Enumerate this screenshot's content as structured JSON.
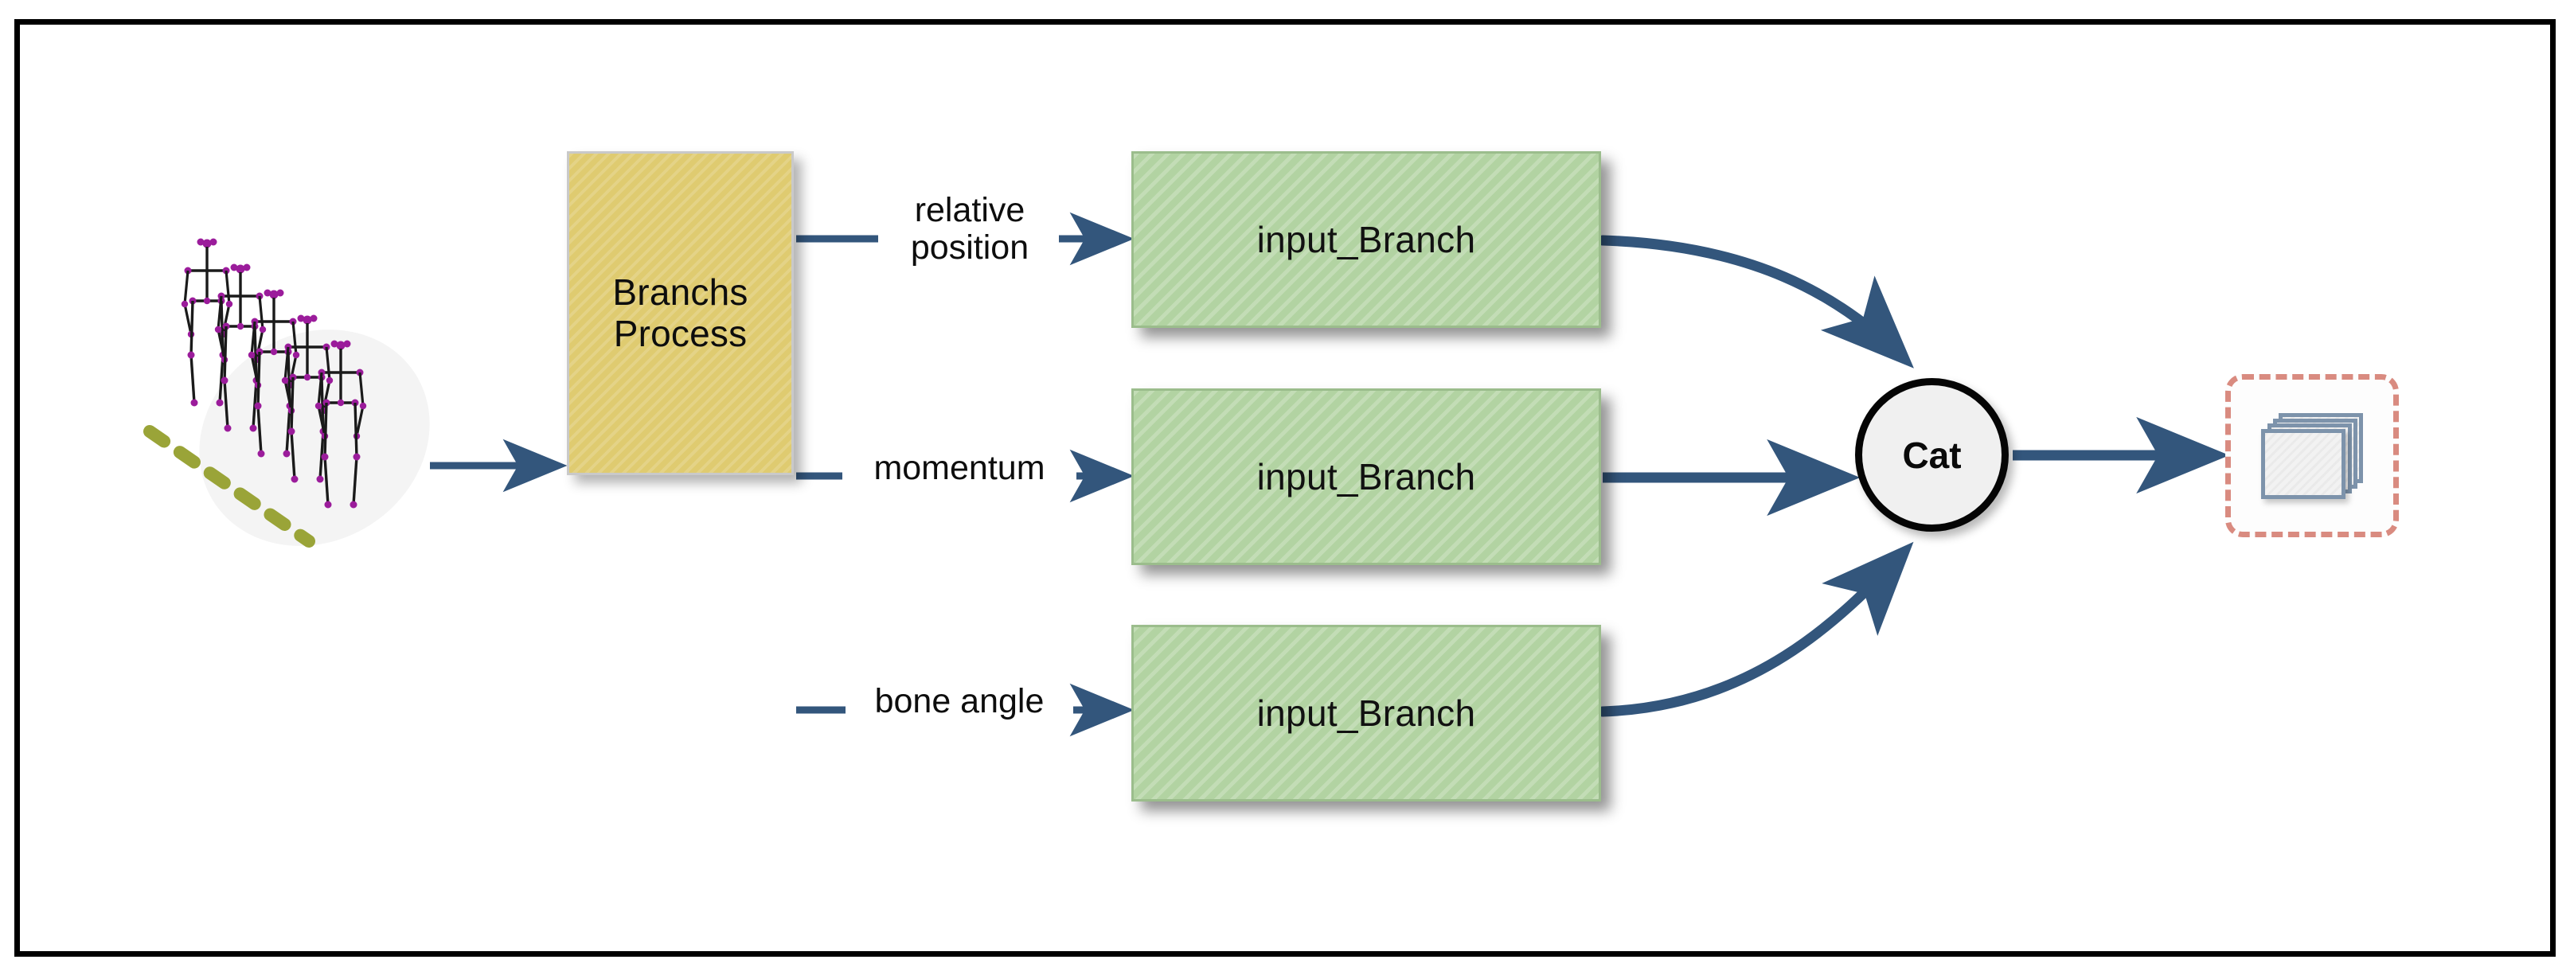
{
  "diagram": {
    "title": "Branchs Process multi-branch network diagram",
    "background": "#ffffff",
    "frame_color": "#000000",
    "colors": {
      "arrow_blue": "#33567c",
      "node_yellow": "#dfcb70",
      "node_green": "#b2d3a2",
      "output_dash_red": "#d98b80",
      "skeleton_joint_purple": "#9b1c9b",
      "skeleton_bone_black": "#1a1a1a",
      "ground_line_olive": "#9aa438",
      "cat_fill": "#f0f0f0"
    }
  },
  "input": {
    "icon_name": "skeleton-sequence-icon",
    "description": "pose skeleton sequence",
    "figure_count": 5
  },
  "process_node": {
    "label": "Branchs\nProcess",
    "fill": "#dfcb70"
  },
  "edges": [
    {
      "label": "relative\nposition",
      "to": "input_Branch"
    },
    {
      "label": "momentum",
      "to": "input_Branch"
    },
    {
      "label": "bone angle",
      "to": "input_Branch"
    }
  ],
  "branch_nodes": [
    {
      "label": "input_Branch"
    },
    {
      "label": "input_Branch"
    },
    {
      "label": "input_Branch"
    }
  ],
  "concat_node": {
    "label": "Cat"
  },
  "output_node": {
    "icon_name": "stacked-layers-icon",
    "label": "",
    "highlight": "dashed"
  }
}
